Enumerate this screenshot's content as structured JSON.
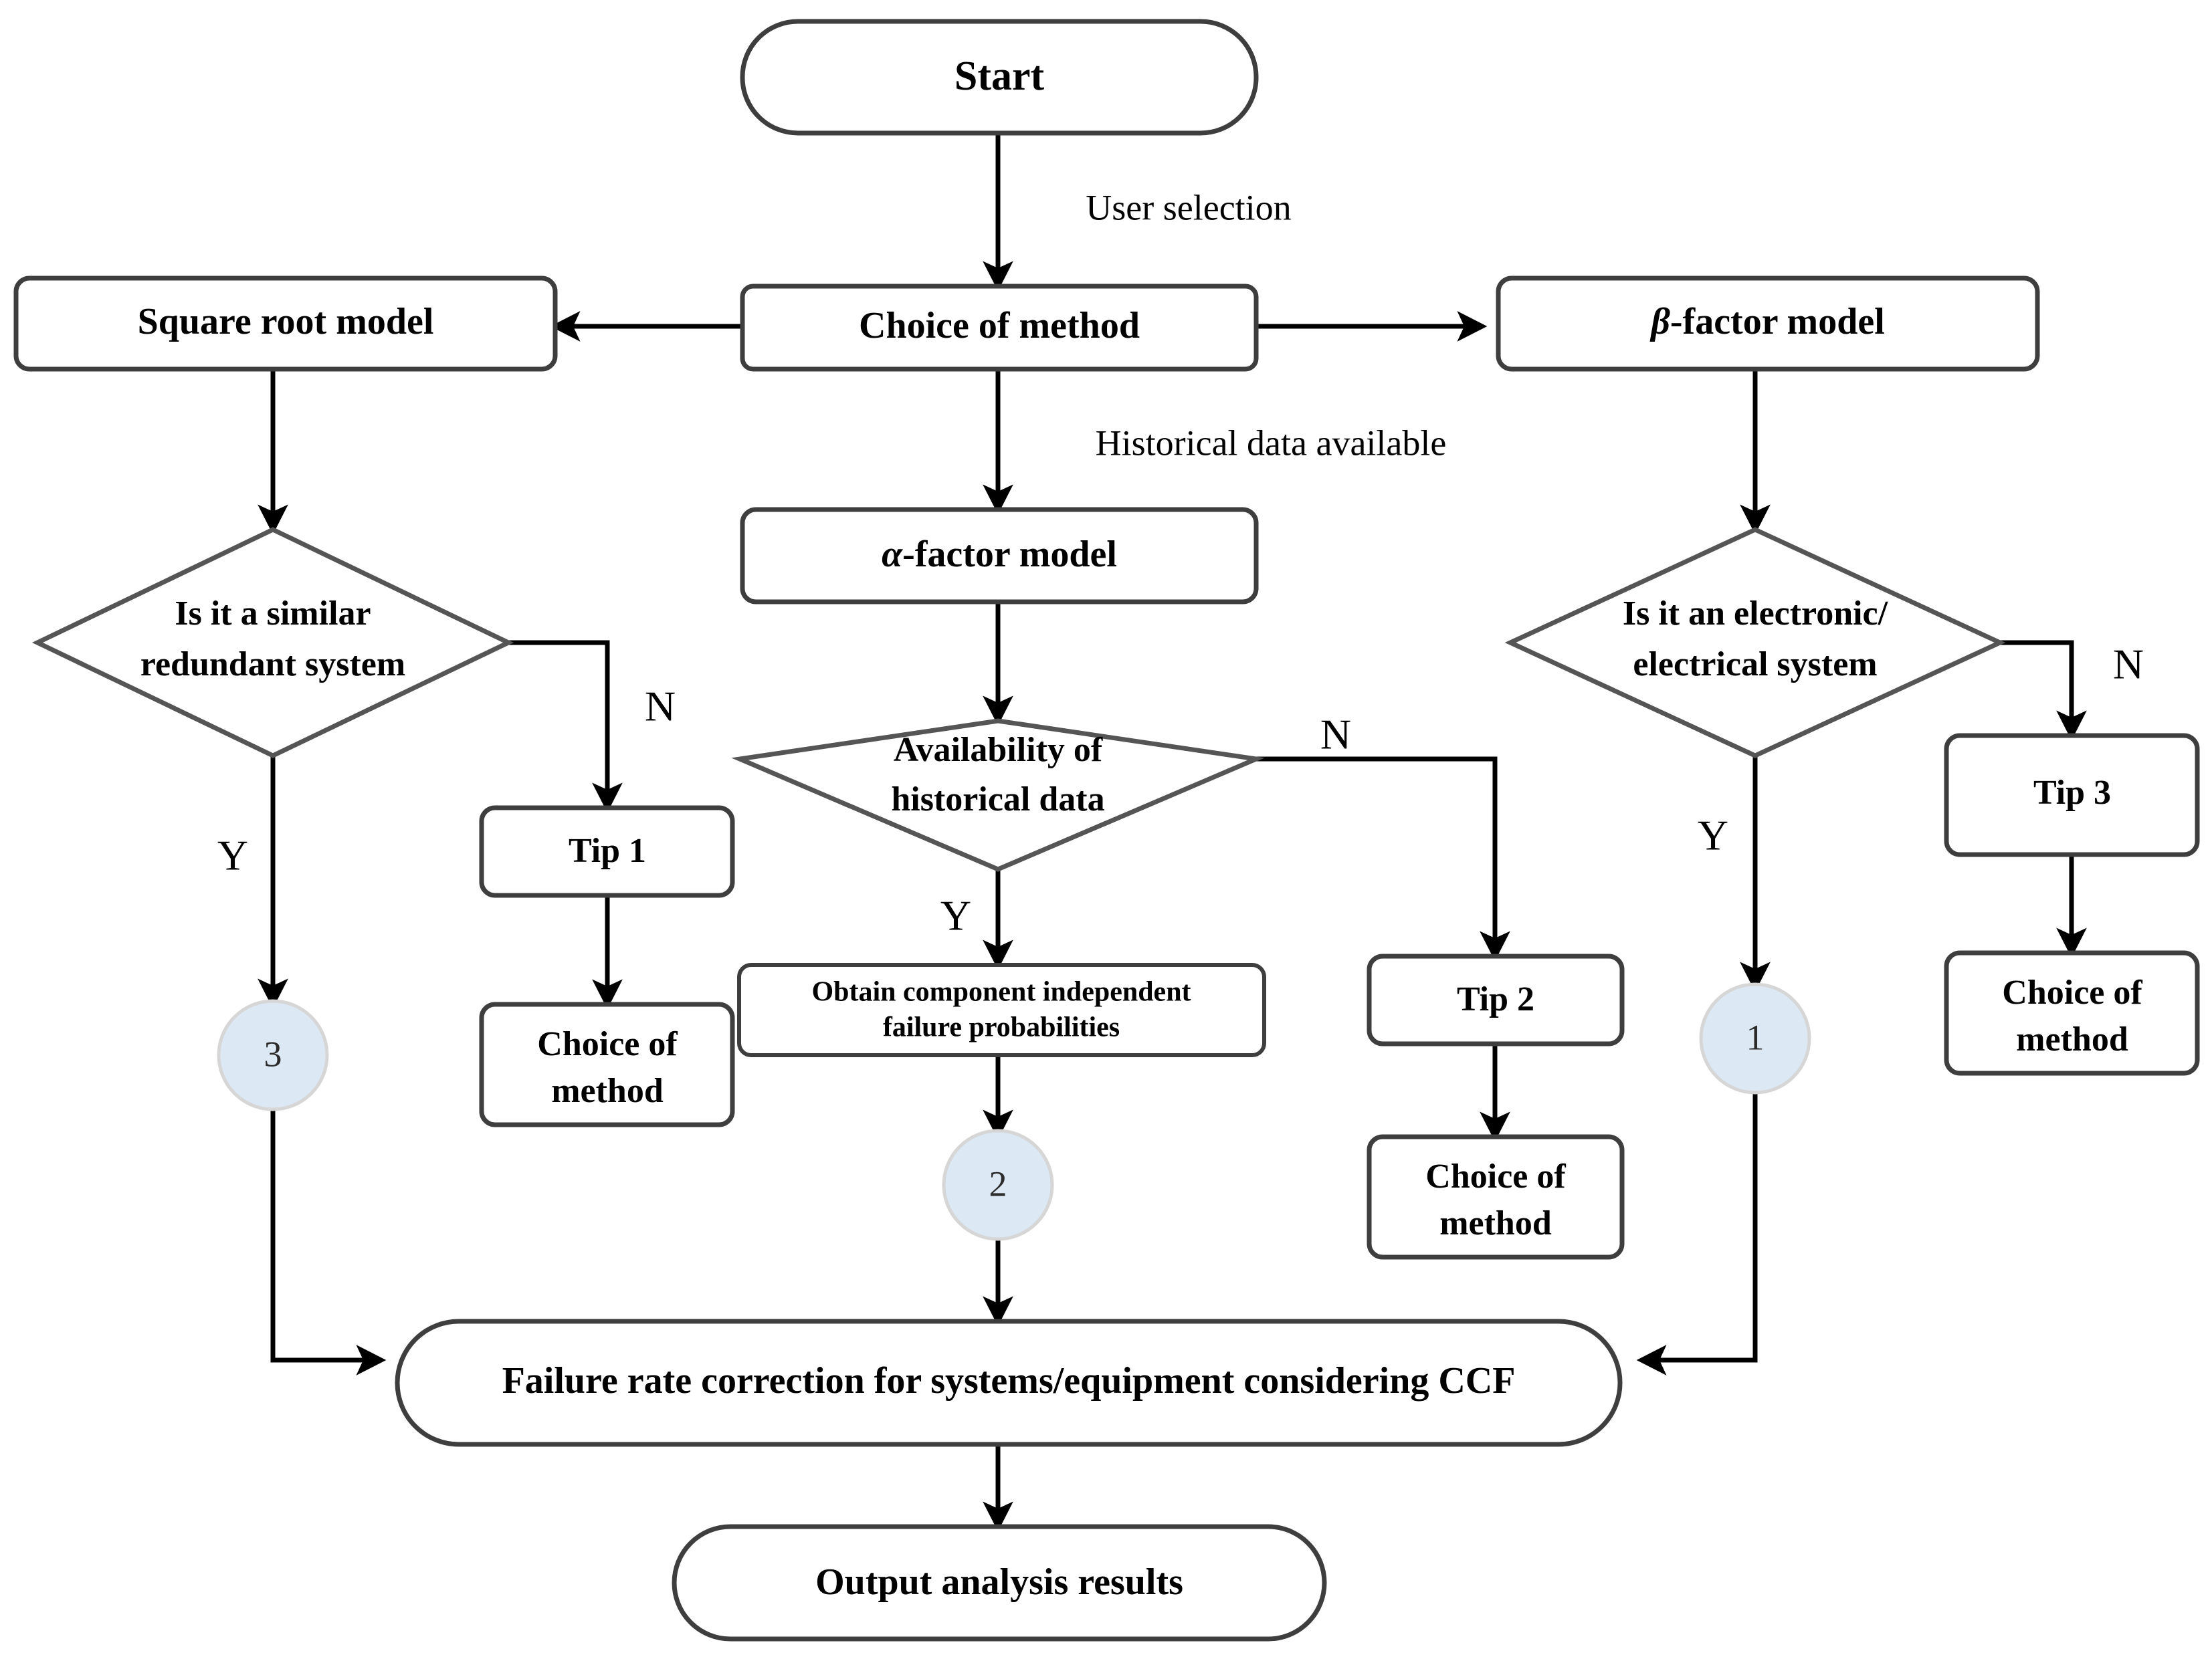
{
  "diagram": {
    "title": "CCF method selection flowchart",
    "colors": {
      "node_border": "#3e3e3e",
      "diamond_border": "#555555",
      "connector_fill": "#dce8f4",
      "connector_border": "#d6d6d6",
      "edge": "#000000",
      "background": "#ffffff",
      "text": "#000000"
    },
    "nodes": {
      "start": {
        "label": "Start",
        "shape": "stadium"
      },
      "choice_of_method": {
        "label": "Choice of method",
        "shape": "rounded-rect"
      },
      "square_root_model": {
        "label": "Square root model",
        "shape": "rounded-rect"
      },
      "beta_factor_model": {
        "label_greek": "β",
        "label_rest": "-factor model",
        "shape": "rounded-rect"
      },
      "alpha_factor_model": {
        "label_greek": "α",
        "label_rest": "-factor model",
        "shape": "rounded-rect"
      },
      "similar_redundant_decision": {
        "line1": "Is it a similar",
        "line2": "redundant system",
        "shape": "diamond"
      },
      "availability_decision": {
        "line1": "Availability of",
        "line2": "historical data",
        "shape": "diamond"
      },
      "electronic_decision": {
        "line1": "Is it an electronic/",
        "line2": "electrical system",
        "shape": "diamond"
      },
      "tip1": {
        "label": "Tip 1",
        "shape": "rounded-rect"
      },
      "tip2": {
        "label": "Tip 2",
        "shape": "rounded-rect"
      },
      "tip3": {
        "label": "Tip 3",
        "shape": "rounded-rect"
      },
      "choice_of_method_left": {
        "line1": "Choice of",
        "line2": "method",
        "shape": "rounded-rect"
      },
      "choice_of_method_center": {
        "line1": "Choice of",
        "line2": "method",
        "shape": "rounded-rect"
      },
      "choice_of_method_right": {
        "line1": "Choice of",
        "line2": "method",
        "shape": "rounded-rect"
      },
      "obtain_probabilities": {
        "line1": "Obtain component independent",
        "line2": "failure probabilities",
        "shape": "rounded-rect"
      },
      "failure_rate_correction": {
        "label": "Failure rate correction for systems/equipment considering CCF",
        "shape": "stadium"
      },
      "output_results": {
        "label": "Output analysis results",
        "shape": "stadium"
      },
      "connector_1": {
        "label": "1",
        "shape": "circle"
      },
      "connector_2": {
        "label": "2",
        "shape": "circle"
      },
      "connector_3": {
        "label": "3",
        "shape": "circle"
      }
    },
    "edge_labels": {
      "user_selection": "User selection",
      "historical_data_available": "Historical data available",
      "yes_left": "Y",
      "no_left": "N",
      "yes_center": "Y",
      "no_center": "N",
      "yes_right": "Y",
      "no_right": "N"
    }
  }
}
